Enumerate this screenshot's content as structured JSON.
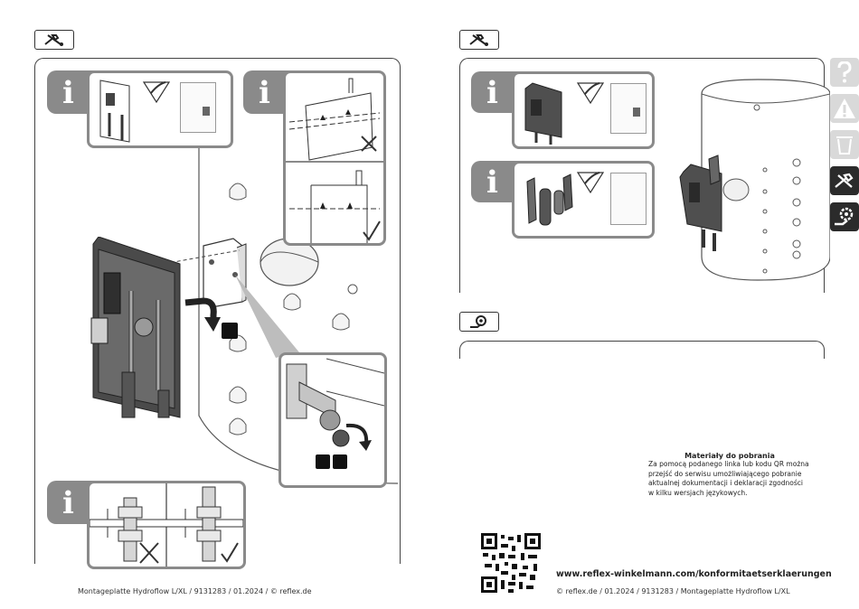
{
  "left_page": {
    "footer": "Montageplatte Hydroflow L/XL  / 9131283 / 01.2024 / © reflex.de",
    "step_labels": [
      "",
      "",
      ""
    ]
  },
  "right_page": {
    "download": {
      "title": "Materiały do pobrania",
      "lines": [
        "Za pomocą podanego linka lub kodu QR można",
        "przejść do serwisu umożliwiającego pobranie",
        "aktualnej dokumentacji i deklaracji zgodności",
        "w kilku wersjach językowych."
      ]
    },
    "url": "www.reflex-winkelmann.com/konformitaetserklaerungen",
    "footer": "© reflex.de  / 01.2024 / 9131283 / Montageplatte Hydroflow L/XL"
  },
  "side_nav": {
    "items": [
      {
        "name": "help-icon",
        "color": "#d9d9d9"
      },
      {
        "name": "warning-icon",
        "color": "#d9d9d9"
      },
      {
        "name": "disposal-icon",
        "color": "#d9d9d9"
      },
      {
        "name": "installation-icon",
        "color": "#2b2b2b"
      },
      {
        "name": "service-icon",
        "color": "#2b2b2b"
      }
    ]
  },
  "colors": {
    "frame": "#444444",
    "info_gray": "#8a8a8a",
    "dark_tab": "#2b2b2b",
    "light_tab": "#d9d9d9"
  }
}
